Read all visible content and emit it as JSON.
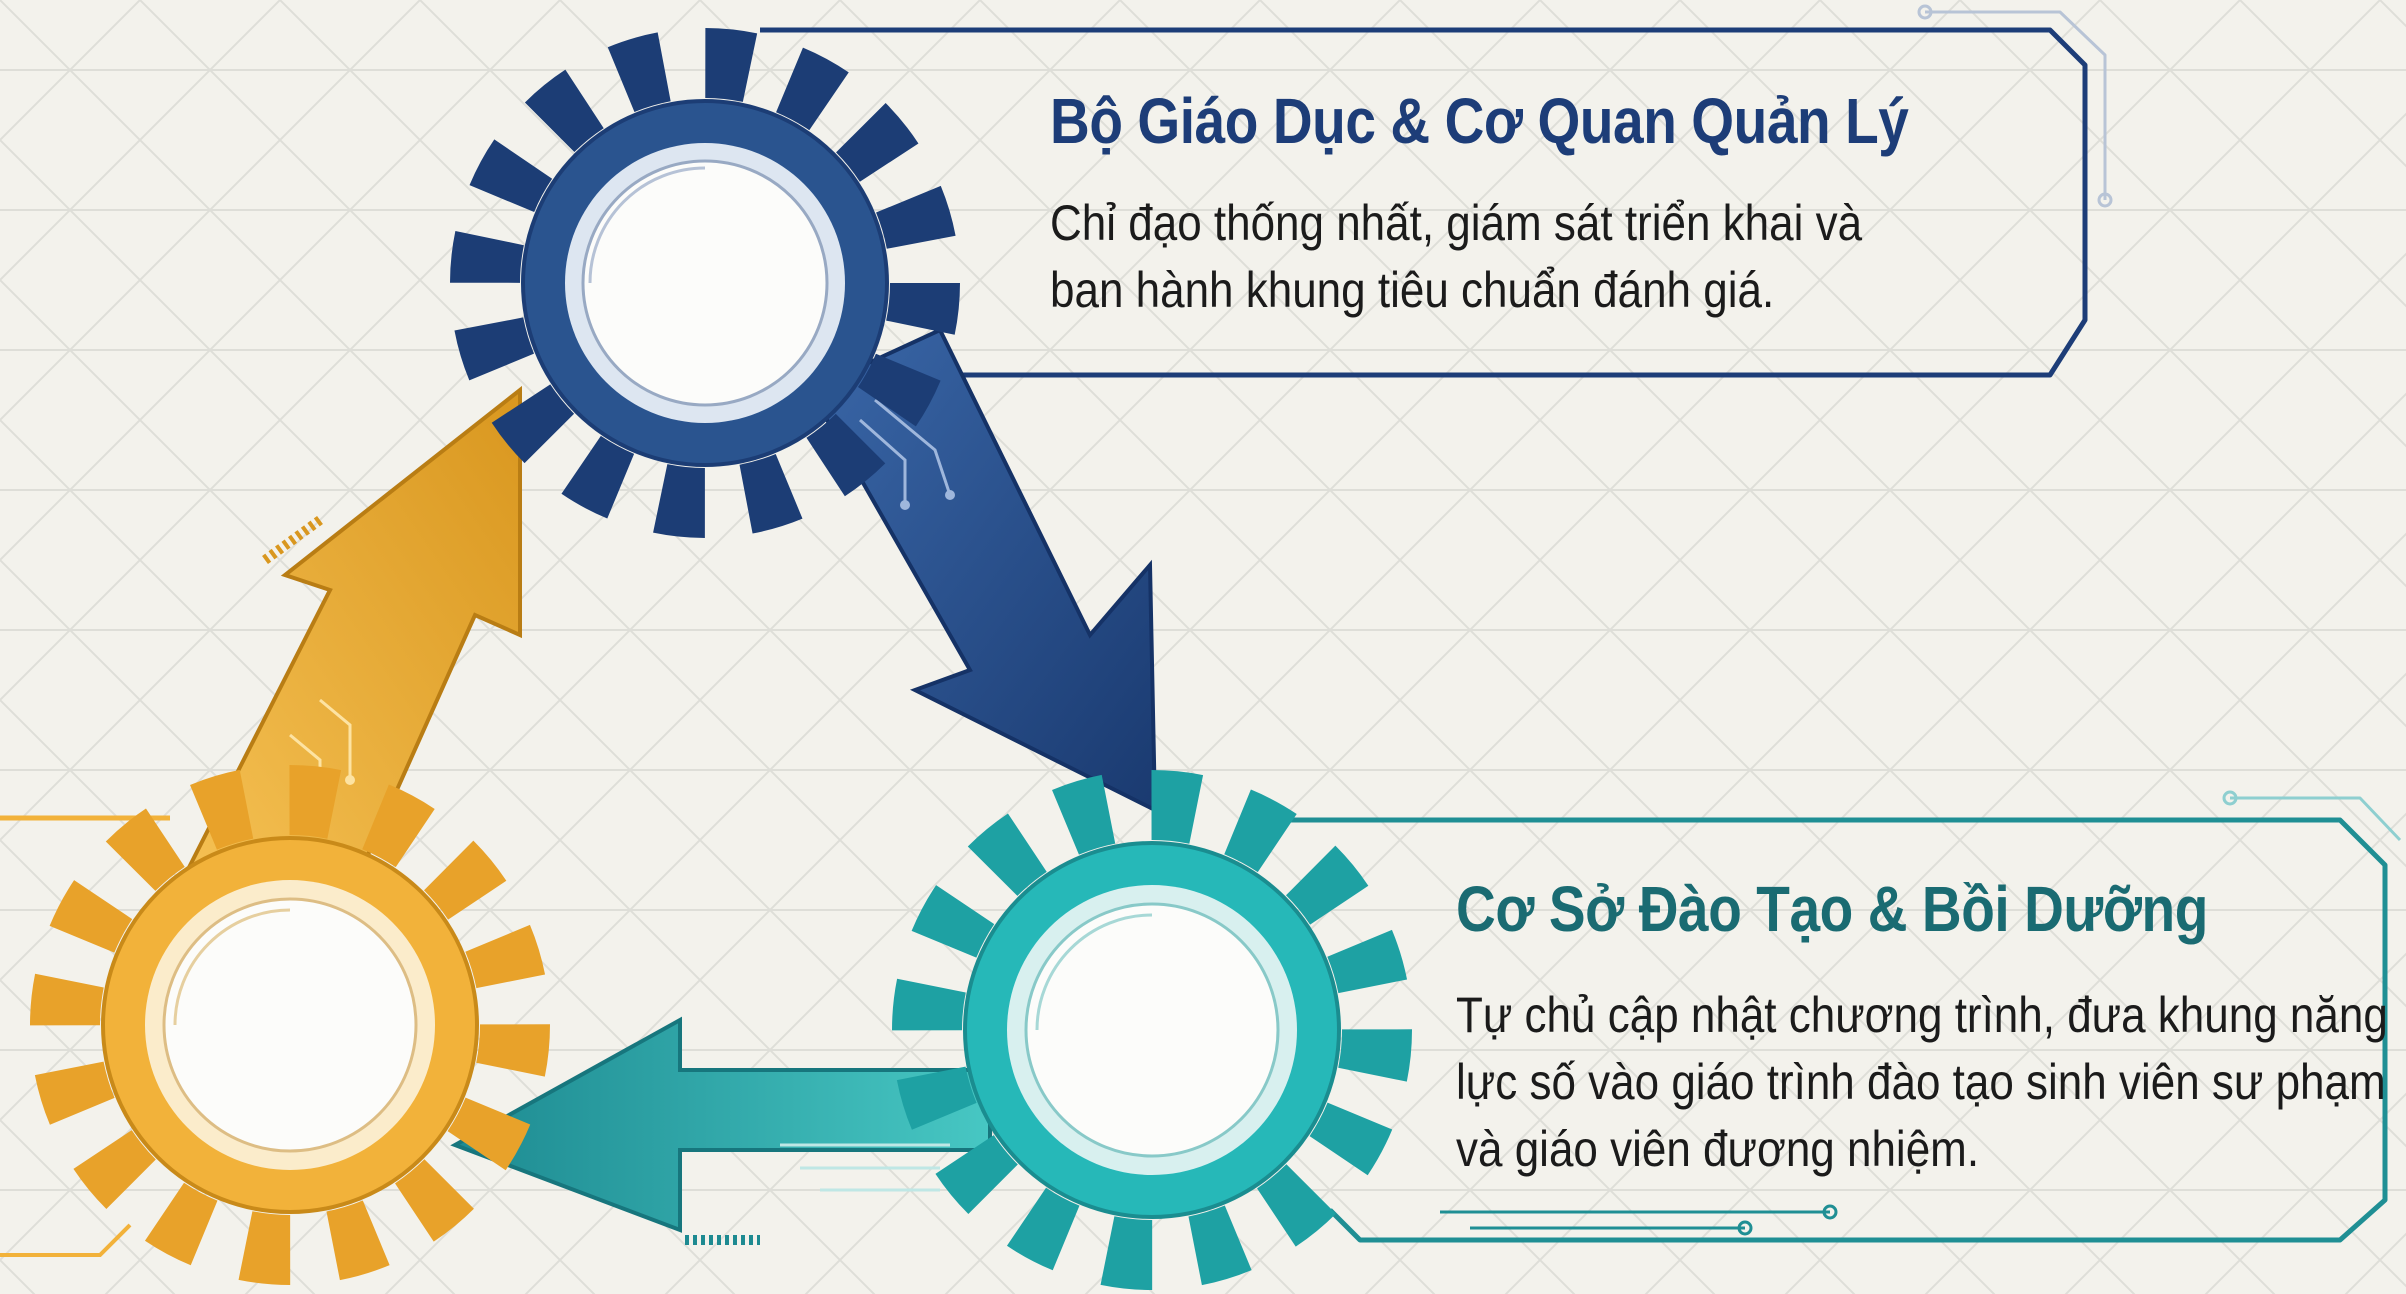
{
  "panels": {
    "ministry": {
      "title": "Bộ Giáo Dục & Cơ Quan Quản Lý",
      "body": "Chỉ đạo thống nhất, giám sát triển khai và ban hành khung tiêu chuẩn đánh giá."
    },
    "training": {
      "title": "Cơ Sở Đào Tạo & Bồi Dưỡng",
      "body": "Tự chủ cập nhật chương trình, đưa khung năng lực số vào giáo trình đào tạo sinh viên sư phạm và giáo viên đương nhiệm."
    }
  },
  "gears": [
    {
      "id": "ministry-gear",
      "color": "#2a548f"
    },
    {
      "id": "training-gear",
      "color": "#26b8b8"
    },
    {
      "id": "school-gear",
      "color": "#f2b23a"
    }
  ],
  "colors": {
    "background": "#f3f2ec",
    "grid": "#dcdcd6",
    "navy": "#1d3d78",
    "teal": "#1a6b72",
    "gold": "#f2b23a"
  }
}
